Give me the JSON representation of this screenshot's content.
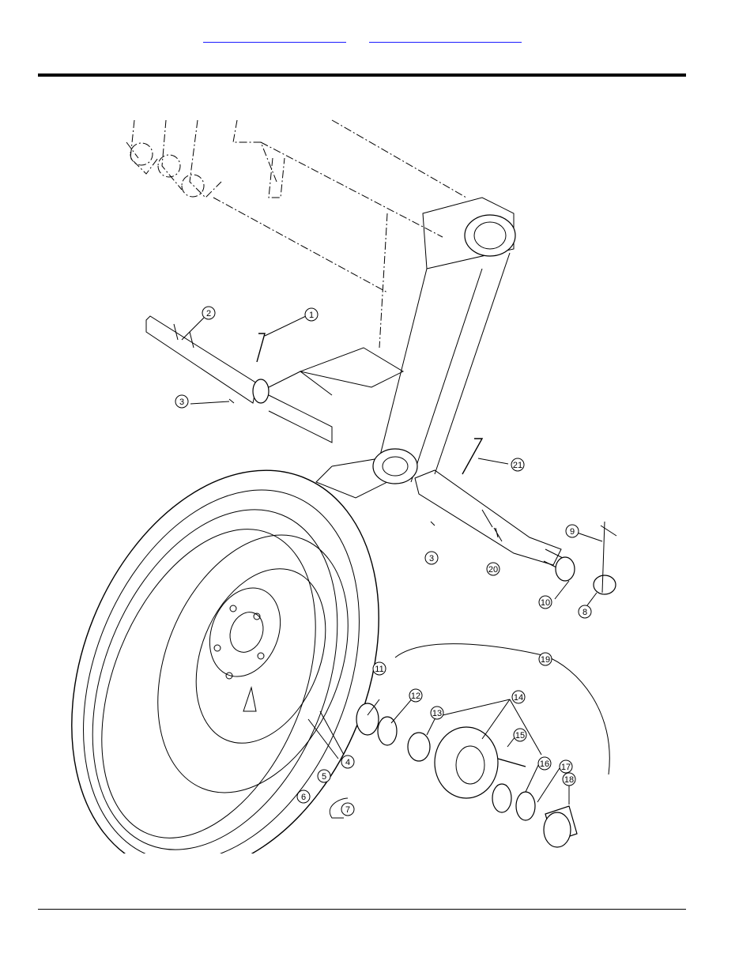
{
  "header": {
    "links": [
      {
        "label": ""
      },
      {
        "label": ""
      }
    ]
  },
  "diagram": {
    "callouts": [
      "1",
      "2",
      "3",
      "3",
      "4",
      "5",
      "6",
      "7",
      "8",
      "9",
      "10",
      "11",
      "12",
      "13",
      "14",
      "15",
      "16",
      "17",
      "18",
      "19",
      "20",
      "21"
    ]
  }
}
